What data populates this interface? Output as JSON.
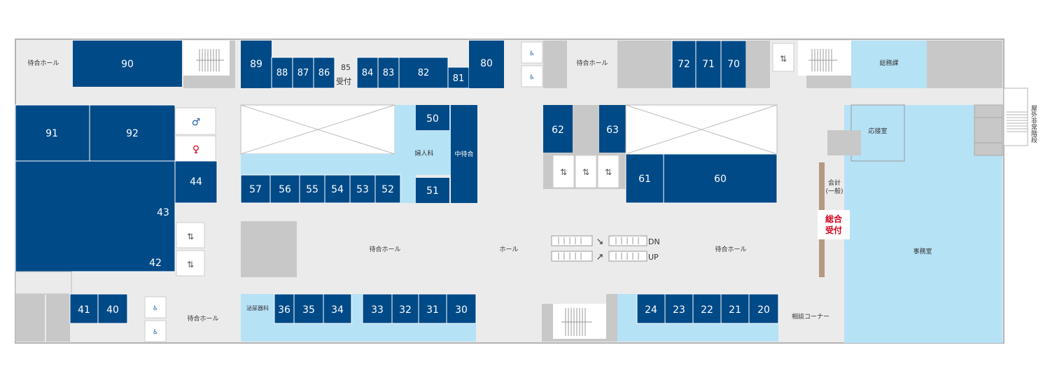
{
  "rooms": {
    "r90": "90",
    "r89": "89",
    "r88": "88",
    "r87": "87",
    "r86": "86",
    "r85": "85",
    "r85_sub": "受付",
    "r84": "84",
    "r83": "83",
    "r82": "82",
    "r81": "81",
    "r80": "80",
    "r72": "72",
    "r71": "71",
    "r70": "70",
    "r91": "91",
    "r92": "92",
    "r44": "44",
    "r43": "43",
    "r42": "42",
    "r50": "50",
    "r51": "51",
    "r52": "52",
    "r53": "53",
    "r54": "54",
    "r55": "55",
    "r56": "56",
    "r57": "57",
    "r62": "62",
    "r63": "63",
    "r61": "61",
    "r60": "60",
    "r41": "41",
    "r40": "40",
    "r36": "36",
    "r35": "35",
    "r34": "34",
    "r33": "33",
    "r32": "32",
    "r31": "31",
    "r30": "30",
    "r24": "24",
    "r23": "23",
    "r22": "22",
    "r21": "21",
    "r20": "20"
  },
  "labels": {
    "waiting_nw": "待合ホール",
    "waiting_n": "待合ホール",
    "waiting_center_w": "待合ホール",
    "waiting_center_e": "待合ホール",
    "waiting_sw": "待合ホール",
    "hall": "ホール",
    "dept_mid": "婦人科",
    "mid_waiting": "中待合",
    "urology": "泌尿器科",
    "general_affairs": "総務課",
    "reception_room": "応接室",
    "accounting_1": "会計",
    "accounting_2": "(一般)",
    "general_reception_1": "総合",
    "general_reception_2": "受付",
    "office": "事務室",
    "consult_corner": "相談コーナー",
    "esc_down": "DN",
    "esc_up": "UP",
    "emergency_stairs": "屋外非常階段"
  },
  "colors": {
    "room": "#004a87",
    "corridor": "#ebebeb",
    "light_blue": "#b6e2f6",
    "gray": "#c8c8c8",
    "wall": "#b4b4b4",
    "accent_red": "#d6001c"
  }
}
